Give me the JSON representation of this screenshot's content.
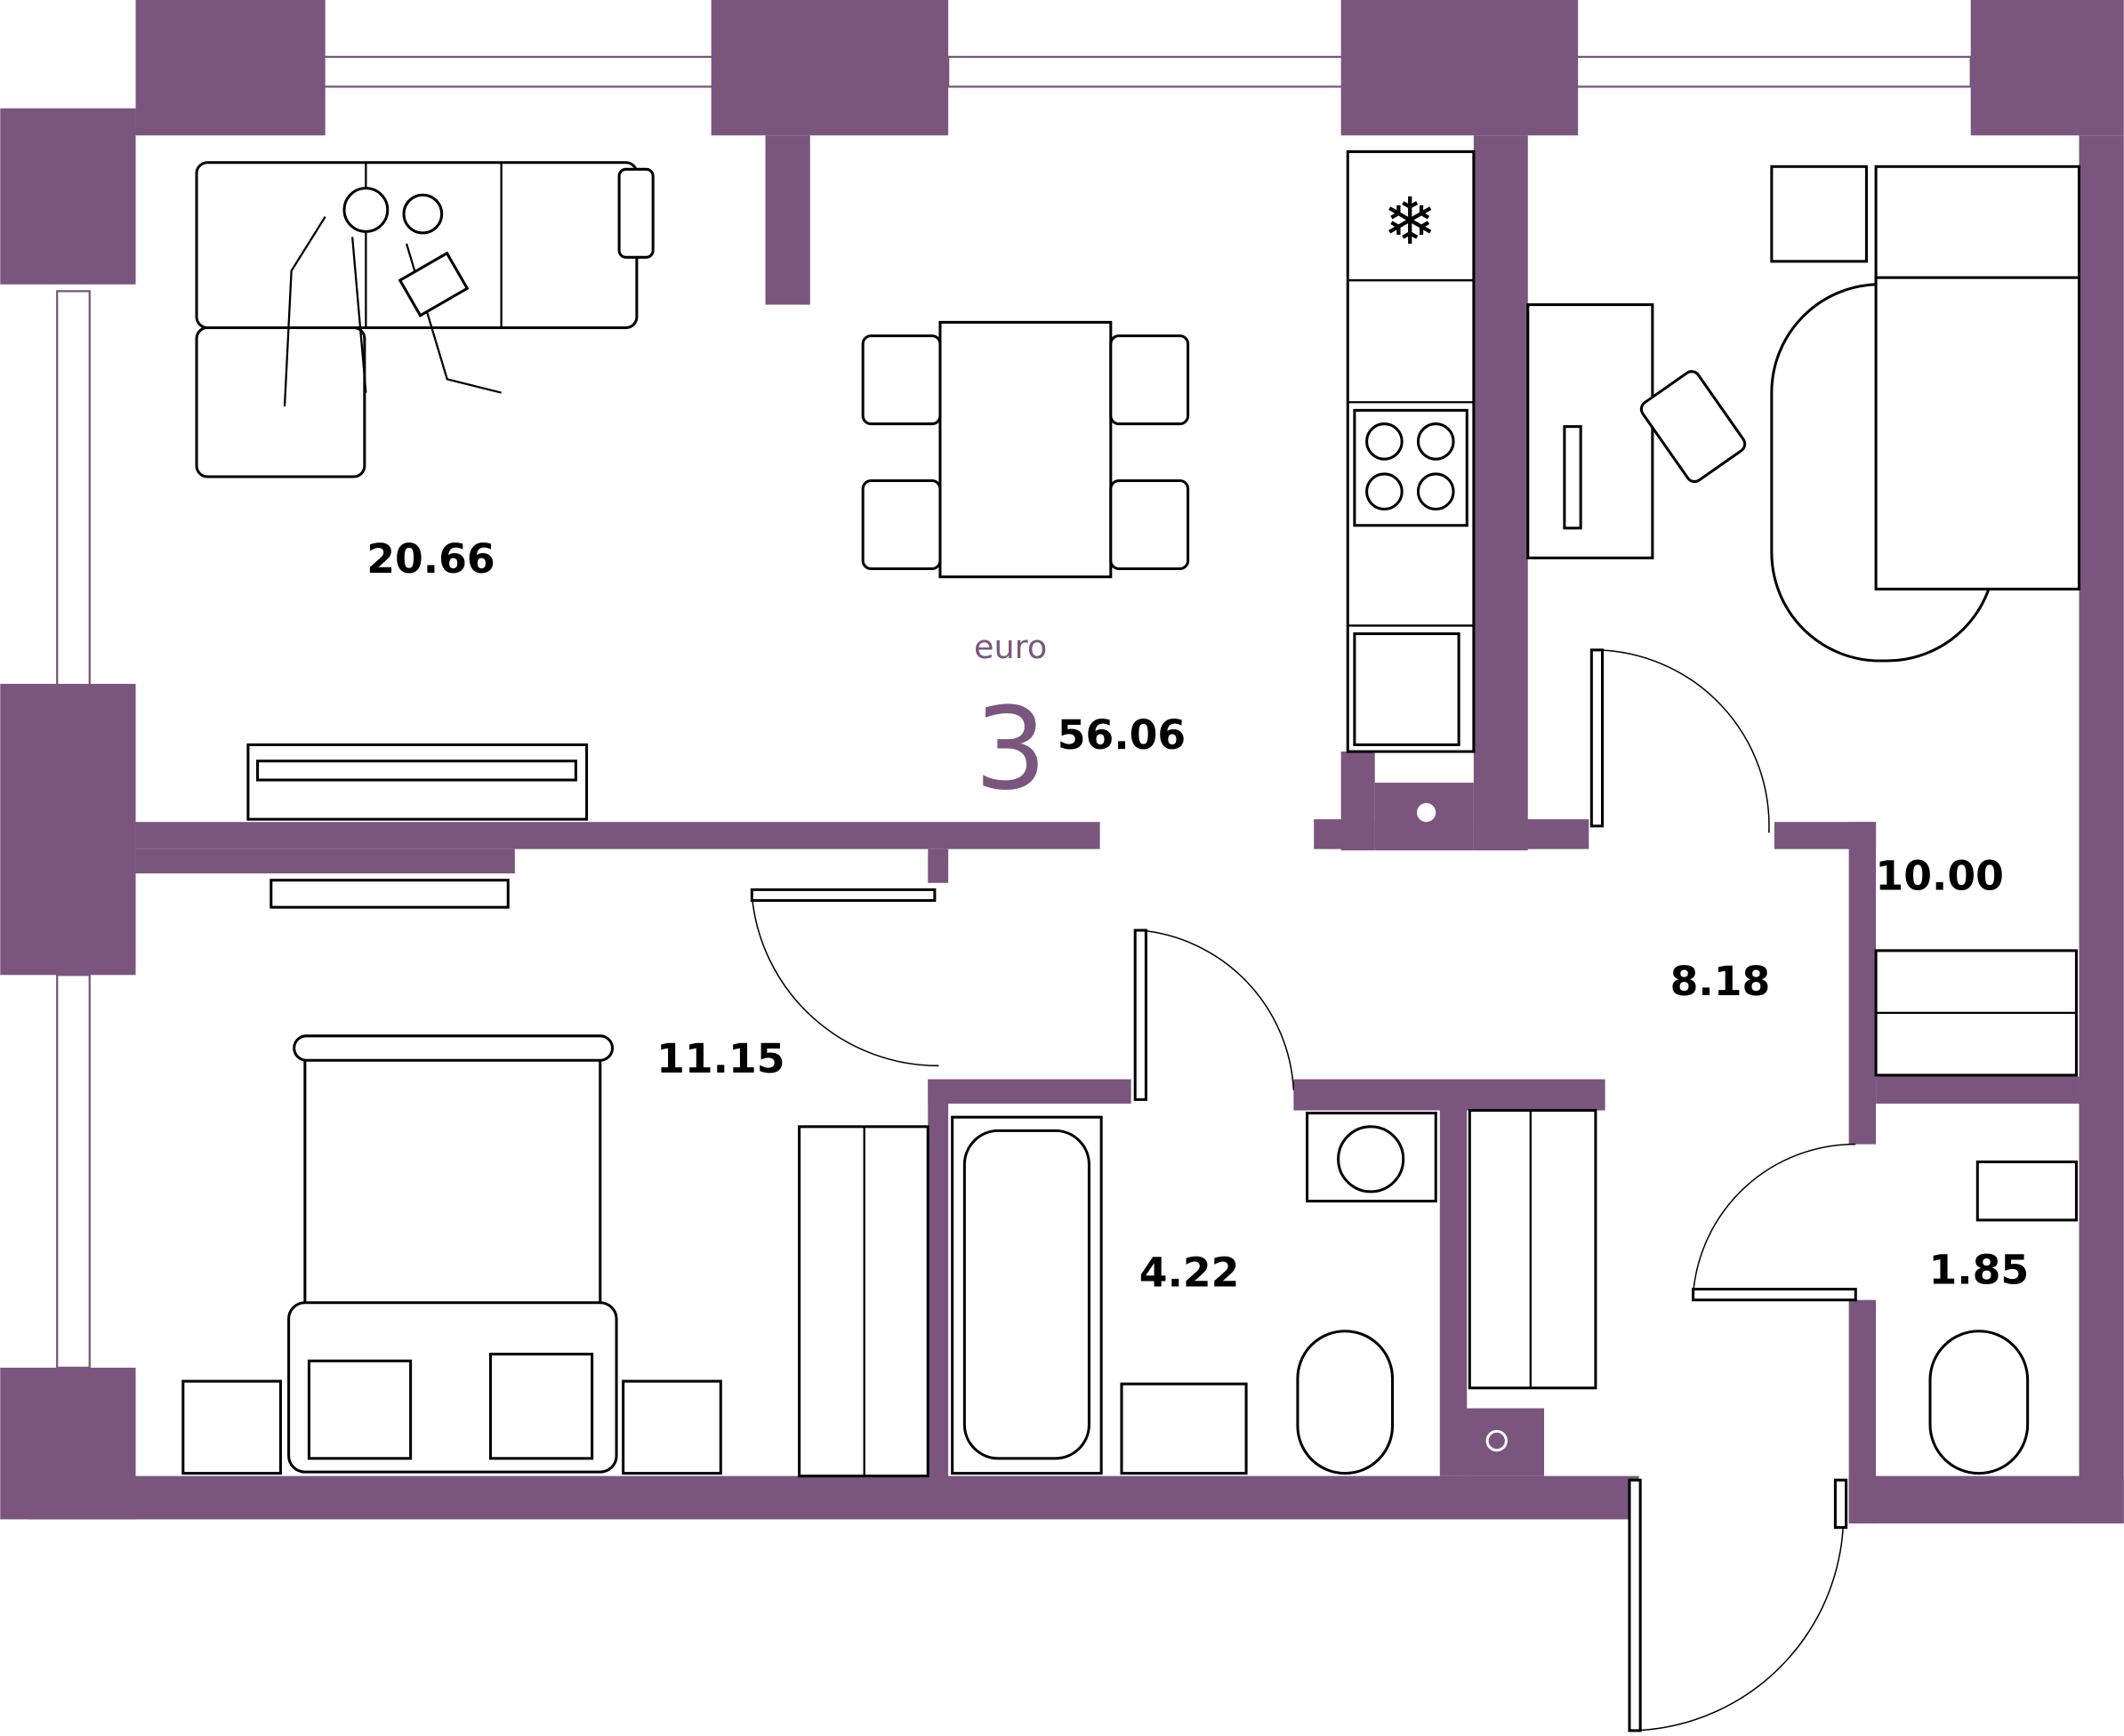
{
  "plan": {
    "type_label": "euro",
    "rooms_count": "3",
    "total_area": "56.06",
    "rooms": [
      {
        "name": "living-kitchen",
        "area": "20.66"
      },
      {
        "name": "bedroom-left",
        "area": "11.15"
      },
      {
        "name": "hallway",
        "area": "8.18"
      },
      {
        "name": "bedroom-right",
        "area": "10.00"
      },
      {
        "name": "bathroom",
        "area": "4.22"
      },
      {
        "name": "wc",
        "area": "1.85"
      }
    ]
  },
  "colors": {
    "wall": "#7a567e",
    "text": "#000000"
  }
}
